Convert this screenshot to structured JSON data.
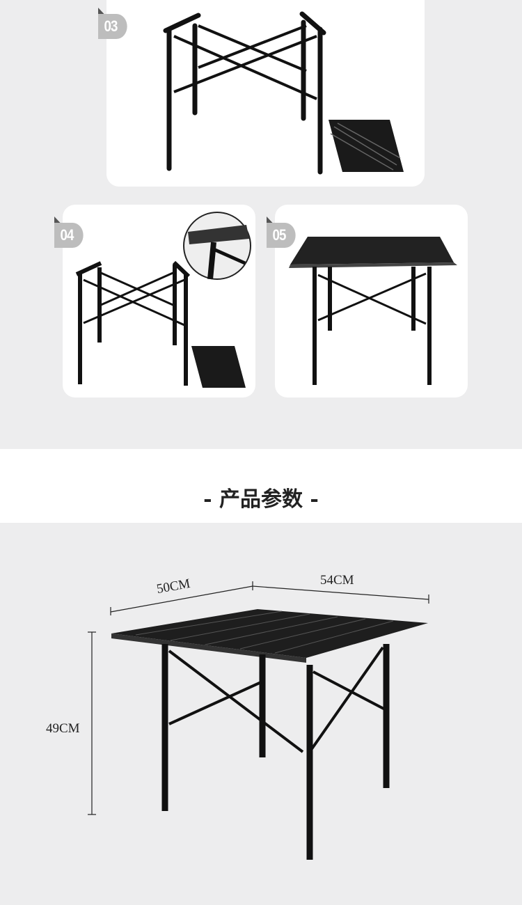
{
  "steps": [
    {
      "number": "03"
    },
    {
      "number": "04"
    },
    {
      "number": "05"
    }
  ],
  "section_title": "- 产品参数 -",
  "dimensions": {
    "width": "50CM",
    "depth": "54CM",
    "height": "49CM"
  },
  "colors": {
    "background": "#ededee",
    "badge": "#bdbdbd",
    "frame": "#111111"
  }
}
